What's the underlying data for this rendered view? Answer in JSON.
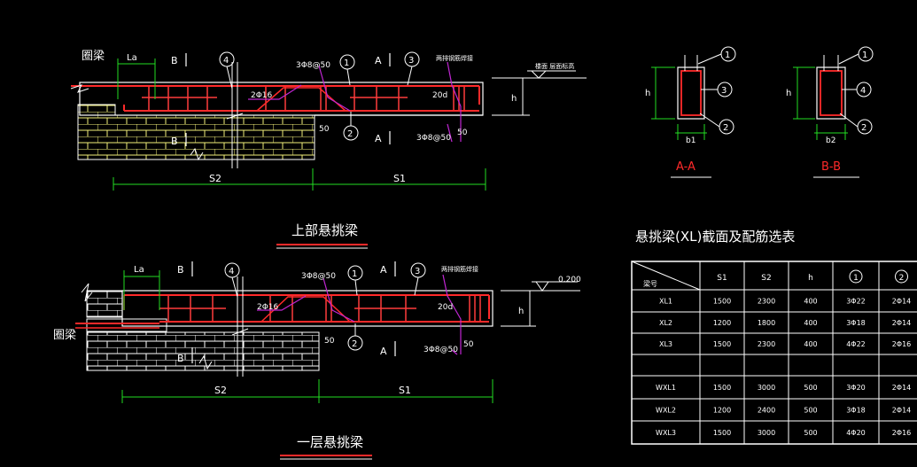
{
  "colors": {
    "background": "#000000",
    "outline": "#ffffff",
    "rebar": "#ff2a2a",
    "stirrup": "#ff3c3c",
    "dimension": "#22dd22",
    "leader": "#c026d3",
    "masonry": "#f2f07a"
  },
  "upper_beam": {
    "title": "上部悬挑梁",
    "ring_beam": "圈梁",
    "la": "La",
    "section_b1": "B",
    "section_b2": "B",
    "section_a1": "A",
    "section_a2": "A",
    "callout_1": "1",
    "callout_2": "2",
    "callout_3": "3",
    "callout_4": "4",
    "stirrup_note": "3Φ8@50",
    "bent_bar": "2Φ16",
    "anchor": "20d",
    "dim_50": "50",
    "stirrup_note_2": "3Φ8@50",
    "dim_50b": "50",
    "top_note": "两排钢筋焊接",
    "elev_note": "楼面 层面标高",
    "h": "h",
    "s2": "S2",
    "s1": "S1"
  },
  "ground_beam": {
    "title": "一层悬挑梁",
    "ring_beam": "圈梁",
    "la": "La",
    "section_b1": "B",
    "section_b2": "B",
    "section_a1": "A",
    "section_a2": "A",
    "callout_1": "1",
    "callout_2": "2",
    "callout_3": "3",
    "callout_4": "4",
    "stirrup_note": "3Φ8@50",
    "bent_bar": "2Φ16",
    "anchor": "20d",
    "dim_50": "50",
    "stirrup_note_2": "3Φ8@50",
    "dim_50b": "50",
    "top_note": "两排钢筋焊接",
    "elev": "0.200",
    "h": "h",
    "s2": "S2",
    "s1": "S1"
  },
  "section_aa": {
    "title": "A-A",
    "h": "h",
    "b": "b1",
    "c1": "1",
    "c2": "3",
    "c3": "2"
  },
  "section_bb": {
    "title": "B-B",
    "h": "h",
    "b": "b2",
    "c1": "1",
    "c2": "4",
    "c3": "2"
  },
  "table": {
    "title": "悬挑梁(XL)截面及配筋选表",
    "corner": "梁号",
    "headers": [
      "S1",
      "S2",
      "h",
      "1",
      "2"
    ],
    "rows": [
      [
        "XL1",
        "1500",
        "2300",
        "400",
        "3Φ22",
        "2Φ14"
      ],
      [
        "XL2",
        "1200",
        "1800",
        "400",
        "3Φ18",
        "2Φ14"
      ],
      [
        "XL3",
        "1500",
        "2300",
        "400",
        "4Φ22",
        "2Φ16"
      ],
      [
        "",
        "",
        "",
        "",
        "",
        ""
      ],
      [
        "WXL1",
        "1500",
        "3000",
        "500",
        "3Φ20",
        "2Φ14"
      ],
      [
        "WXL2",
        "1200",
        "2400",
        "500",
        "3Φ18",
        "2Φ14"
      ],
      [
        "WXL3",
        "1500",
        "3000",
        "500",
        "4Φ20",
        "2Φ16"
      ]
    ]
  }
}
